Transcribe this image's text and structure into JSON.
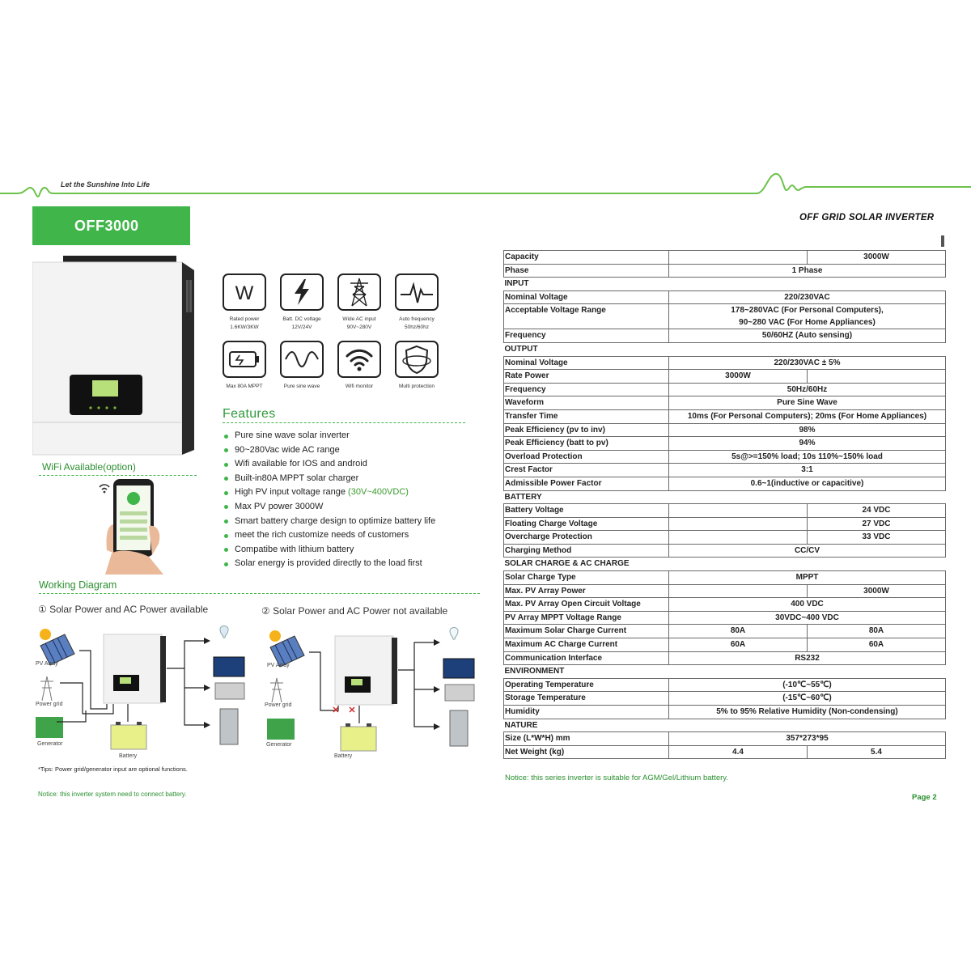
{
  "header": {
    "tagline": "Let the Sunshine Into Life",
    "model": "OFF3000",
    "title": "OFF GRID SOLAR INVERTER"
  },
  "icons": [
    {
      "icon": "watt-icon",
      "caption": [
        "Rated power",
        "1.6KW/3KW"
      ]
    },
    {
      "icon": "lightning-icon",
      "caption": [
        "Batt. DC voltage",
        "12V/24V"
      ]
    },
    {
      "icon": "power-tower-icon",
      "caption": [
        "Wide AC input",
        "90V~280V"
      ]
    },
    {
      "icon": "frequency-pulse-icon",
      "caption": [
        "Auto frequency",
        "50hz/60hz"
      ]
    },
    {
      "icon": "battery-icon",
      "caption": [
        "Max 80A MPPT"
      ]
    },
    {
      "icon": "sine-wave-icon",
      "caption": [
        "Pure sine wave"
      ]
    },
    {
      "icon": "wifi-icon",
      "caption": [
        "Wifi monitor"
      ]
    },
    {
      "icon": "shield-icon",
      "caption": [
        "Multi protection"
      ]
    }
  ],
  "features": {
    "title": "Features",
    "items": [
      {
        "text": "Pure sine wave solar inverter"
      },
      {
        "text": "90~280Vac wide AC range"
      },
      {
        "text": "Wifi available for IOS and android"
      },
      {
        "text": "Built-in80A MPPT solar charger"
      },
      {
        "text": "High PV input voltage range ",
        "highlight": "(30V~400VDC)"
      },
      {
        "text": "Max PV power 3000W"
      },
      {
        "text": "Smart battery charge design to optimize battery life"
      },
      {
        "text": "meet the rich customize needs of customers"
      },
      {
        "text": "Compatibe with lithium battery"
      },
      {
        "text": "Solar energy is provided directly to the load first"
      }
    ]
  },
  "wifi": {
    "title": "WiFi Available(option)"
  },
  "working_diagram": {
    "title": "Working Diagram",
    "case1": "① Solar Power and AC Power available",
    "case2": "② Solar Power and AC Power not available",
    "labels": {
      "pv": "PV Array",
      "grid": "Power grid",
      "generator": "Generator",
      "battery": "Battery"
    },
    "tips": "*Tips: Power grid/generator input are optional functions."
  },
  "notice_left": "Notice: this inverter system need to connect battery.",
  "spec_table": [
    {
      "k": "Capacity",
      "cells": [
        {
          "v": ""
        },
        {
          "v": "3000W"
        }
      ]
    },
    {
      "k": "Phase",
      "cells": [
        {
          "v": "1 Phase"
        }
      ]
    },
    {
      "section": "INPUT"
    },
    {
      "k": "Nominal Voltage",
      "cells": [
        {
          "v": "220/230VAC"
        }
      ]
    },
    {
      "k": "Acceptable Voltage Range",
      "two": true,
      "cells": [
        {
          "v": "178~280VAC (For Personal Computers),",
          "v2": "90~280 VAC (For Home Appliances)"
        }
      ]
    },
    {
      "k": "Frequency",
      "cells": [
        {
          "v": "50/60HZ (Auto sensing)"
        }
      ]
    },
    {
      "section": "OUTPUT"
    },
    {
      "k": "Nominal Voltage",
      "cells": [
        {
          "v": "220/230VAC ± 5%"
        }
      ]
    },
    {
      "k": "Rate Power",
      "cells": [
        {
          "v": "3000W"
        },
        {
          "v": ""
        }
      ]
    },
    {
      "k": "Frequency",
      "cells": [
        {
          "v": "50Hz/60Hz"
        }
      ]
    },
    {
      "k": "Waveform",
      "cells": [
        {
          "v": "Pure Sine Wave"
        }
      ]
    },
    {
      "k": "Transfer Time",
      "cells": [
        {
          "v": "10ms (For Personal Computers); 20ms (For Home Appliances)"
        }
      ]
    },
    {
      "k": "Peak Efficiency (pv to inv)",
      "cells": [
        {
          "v": "98%"
        }
      ]
    },
    {
      "k": "Peak Efficiency (batt to pv)",
      "cells": [
        {
          "v": "94%"
        }
      ]
    },
    {
      "k": "Overload Protection",
      "cells": [
        {
          "v": "5s@>=150% load; 10s 110%~150% load"
        }
      ]
    },
    {
      "k": "Crest Factor",
      "cells": [
        {
          "v": "3:1"
        }
      ]
    },
    {
      "k": "Admissible Power Factor",
      "cells": [
        {
          "v": "0.6~1(inductive or capacitive)"
        }
      ]
    },
    {
      "section": "BATTERY"
    },
    {
      "k": "Battery Voltage",
      "cells": [
        {
          "v": ""
        },
        {
          "v": "24 VDC"
        }
      ]
    },
    {
      "k": "Floating Charge Voltage",
      "cells": [
        {
          "v": ""
        },
        {
          "v": "27 VDC"
        }
      ]
    },
    {
      "k": "Overcharge Protection",
      "cells": [
        {
          "v": ""
        },
        {
          "v": "33 VDC"
        }
      ]
    },
    {
      "k": "Charging Method",
      "cells": [
        {
          "v": "CC/CV"
        }
      ]
    },
    {
      "section": "SOLAR CHARGE & AC CHARGE"
    },
    {
      "k": "Solar Charge Type",
      "cells": [
        {
          "v": "MPPT"
        }
      ]
    },
    {
      "k": "Max. PV Array Power",
      "cells": [
        {
          "v": ""
        },
        {
          "v": "3000W"
        }
      ]
    },
    {
      "k": "Max. PV Array Open Circuit Voltage",
      "cells": [
        {
          "v": "400 VDC"
        }
      ]
    },
    {
      "k": "PV Array MPPT Voltage Range",
      "cells": [
        {
          "v": "30VDC~400 VDC"
        }
      ]
    },
    {
      "k": "Maximum Solar Charge Current",
      "cells": [
        {
          "v": "80A"
        },
        {
          "v": "80A"
        }
      ]
    },
    {
      "k": "Maximum AC Charge Current",
      "cells": [
        {
          "v": "60A"
        },
        {
          "v": "60A"
        }
      ]
    },
    {
      "k": "Communication Interface",
      "cells": [
        {
          "v": "RS232"
        }
      ]
    },
    {
      "section": "ENVIRONMENT"
    },
    {
      "k": "Operating Temperature",
      "cells": [
        {
          "v": "(-10℃~55℃)"
        }
      ]
    },
    {
      "k": "Storage Temperature",
      "cells": [
        {
          "v": "(-15℃~60℃)"
        }
      ]
    },
    {
      "k": "Humidity",
      "cells": [
        {
          "v": "5% to 95% Relative Humidity (Non-condensing)"
        }
      ]
    },
    {
      "section": "NATURE"
    },
    {
      "k": "Size (L*W*H) mm",
      "cells": [
        {
          "v": "357*273*95"
        }
      ]
    },
    {
      "k": "Net Weight (kg)",
      "cells": [
        {
          "v": "4.4"
        },
        {
          "v": "5.4"
        }
      ]
    }
  ],
  "notice_right": "Notice: this series inverter is suitable for AGM/Gel/Lithium battery.",
  "page": "Page 2",
  "colors": {
    "accent": "#3fb54a",
    "accent_text": "#2a8f2f"
  }
}
